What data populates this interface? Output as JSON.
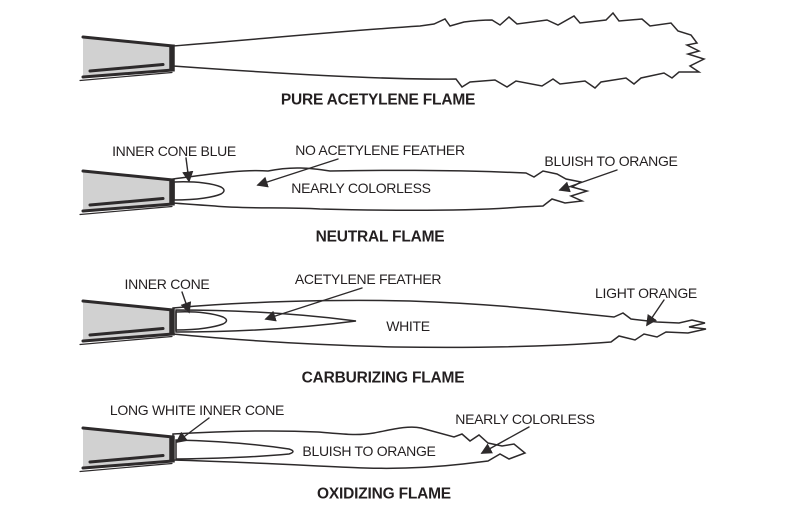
{
  "colors": {
    "background": "#ffffff",
    "line": "#2d2a2b",
    "torch_tip_fill": "#d1d1d1",
    "text": "#231f20"
  },
  "flames": [
    {
      "caption": "PURE ACETYLENE FLAME",
      "labels": []
    },
    {
      "caption": "NEUTRAL FLAME",
      "labels": [
        {
          "text": "INNER CONE BLUE"
        },
        {
          "text": "NO ACETYLENE FEATHER"
        },
        {
          "text": "NEARLY COLORLESS"
        },
        {
          "text": "BLUISH TO ORANGE"
        }
      ]
    },
    {
      "caption": "CARBURIZING FLAME",
      "labels": [
        {
          "text": "INNER CONE"
        },
        {
          "text": "ACETYLENE FEATHER"
        },
        {
          "text": "WHITE"
        },
        {
          "text": "LIGHT ORANGE"
        }
      ]
    },
    {
      "caption": "OXIDIZING FLAME",
      "labels": [
        {
          "text": "LONG WHITE INNER CONE"
        },
        {
          "text": "BLUISH TO ORANGE"
        },
        {
          "text": "NEARLY COLORLESS"
        }
      ]
    }
  ]
}
